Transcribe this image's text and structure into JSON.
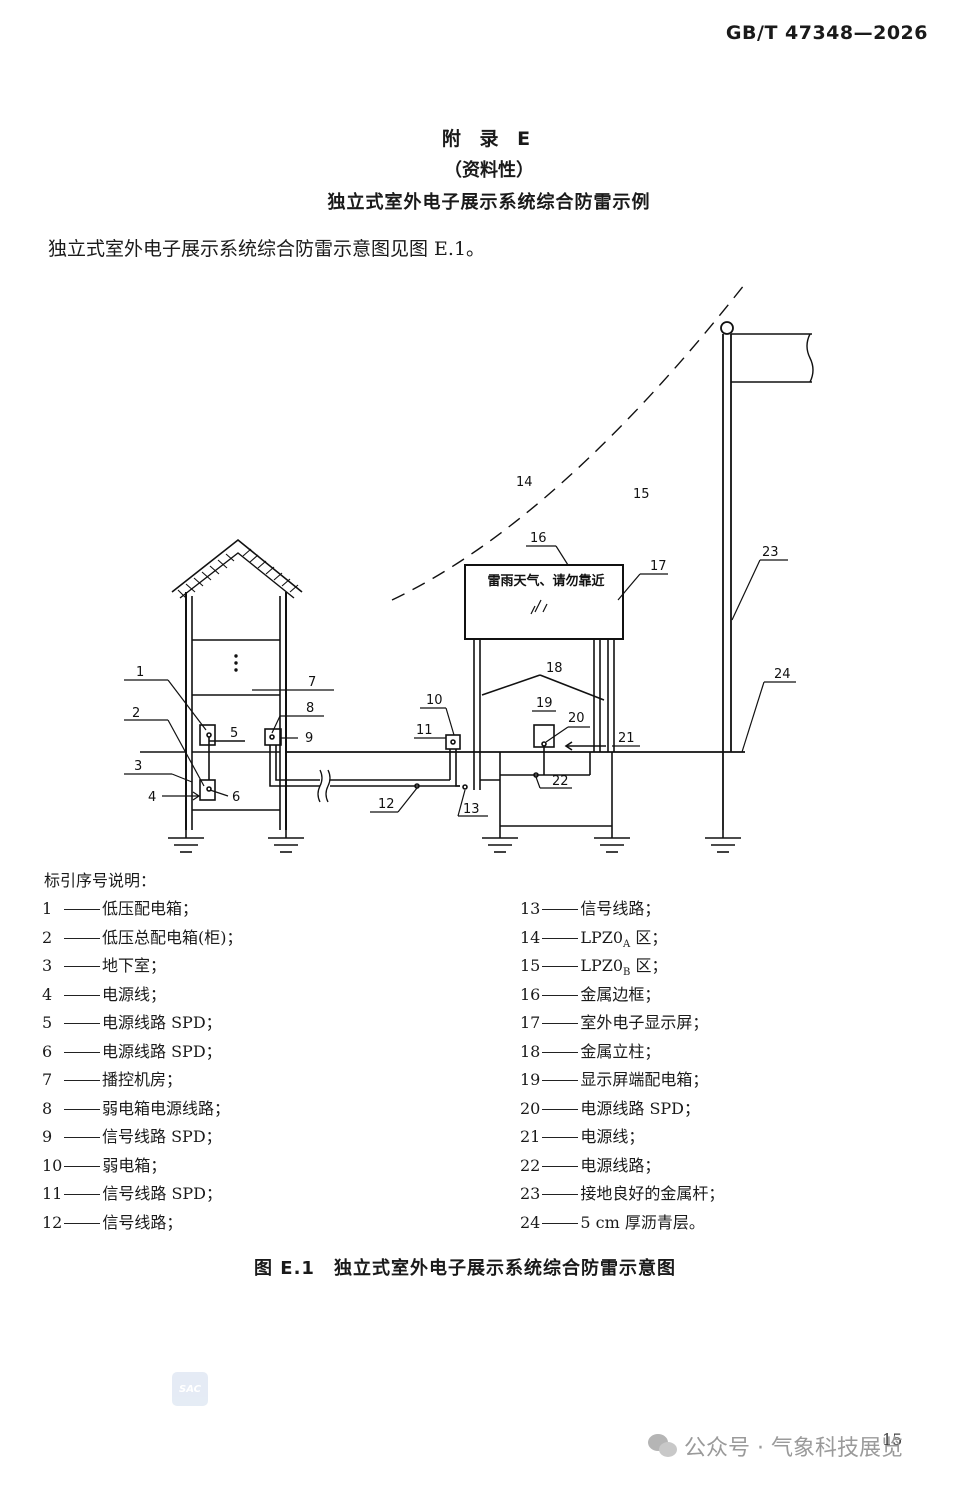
{
  "header": {
    "standard_code": "GB/T 47348—2026"
  },
  "titles": {
    "appendix": "附 录 E",
    "nature": "（资料性）",
    "main": "独立式室外电子展示系统综合防雷示例"
  },
  "intro_text": "独立式室外电子展示系统综合防雷示意图见图 E.1。",
  "diagram": {
    "sign_text": "雷雨天气、请勿靠近",
    "labels": [
      "1",
      "2",
      "3",
      "4",
      "5",
      "6",
      "7",
      "8",
      "9",
      "10",
      "11",
      "12",
      "13",
      "14",
      "15",
      "16",
      "17",
      "18",
      "19",
      "20",
      "21",
      "22",
      "23",
      "24"
    ]
  },
  "legend": {
    "title": "标引序号说明：",
    "items": [
      {
        "num": "1",
        "text": "低压配电箱；"
      },
      {
        "num": "2",
        "text": "低压总配电箱(柜)；"
      },
      {
        "num": "3",
        "text": "地下室；"
      },
      {
        "num": "4",
        "text": "电源线；"
      },
      {
        "num": "5",
        "text": "电源线路 SPD；"
      },
      {
        "num": "6",
        "text": "电源线路 SPD；"
      },
      {
        "num": "7",
        "text": "播控机房；"
      },
      {
        "num": "8",
        "text": "弱电箱电源线路；"
      },
      {
        "num": "9",
        "text": "信号线路 SPD；"
      },
      {
        "num": "10",
        "text": "弱电箱；"
      },
      {
        "num": "11",
        "text": "信号线路 SPD；"
      },
      {
        "num": "12",
        "text": "信号线路；"
      },
      {
        "num": "13",
        "text": "信号线路；"
      },
      {
        "num": "14",
        "text": "LPZ0",
        "sub": "A",
        "suffix": " 区；"
      },
      {
        "num": "15",
        "text": "LPZ0",
        "sub": "B",
        "suffix": " 区；"
      },
      {
        "num": "16",
        "text": "金属边框；"
      },
      {
        "num": "17",
        "text": "室外电子显示屏；"
      },
      {
        "num": "18",
        "text": "金属立柱；"
      },
      {
        "num": "19",
        "text": "显示屏端配电箱；"
      },
      {
        "num": "20",
        "text": "电源线路 SPD；"
      },
      {
        "num": "21",
        "text": "电源线；"
      },
      {
        "num": "22",
        "text": "电源线路；"
      },
      {
        "num": "23",
        "text": "接地良好的金属杆；"
      },
      {
        "num": "24",
        "text": "5 cm 厚沥青层。"
      }
    ]
  },
  "figure_caption": "图 E.1　独立式室外电子展示系统综合防雷示意图",
  "footer": {
    "logo_text": "SAC",
    "page_number": "15",
    "watermark": "公众号 · 气象科技展览"
  }
}
